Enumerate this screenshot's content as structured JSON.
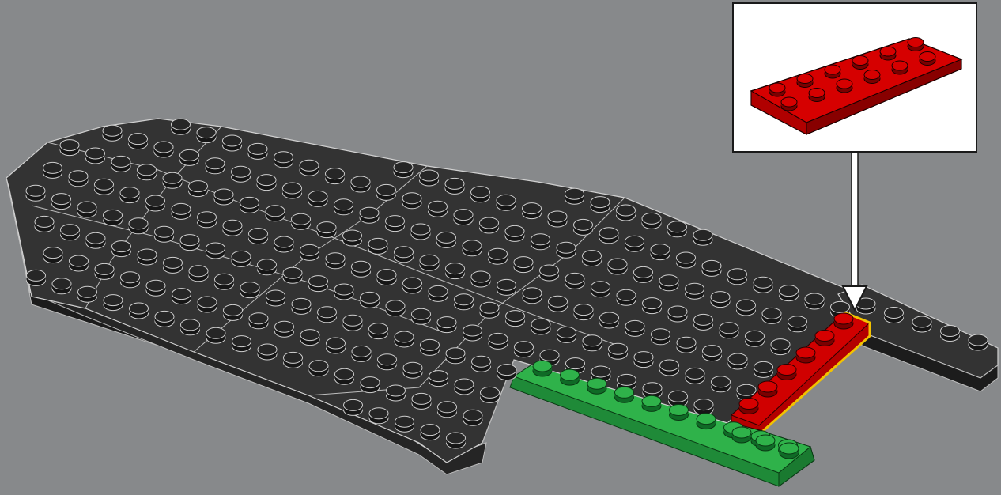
{
  "scene": {
    "type": "building-instruction-step",
    "background_color": "#87898b",
    "base_color": "#2e2e2e",
    "stud_color": "#1f1f1f",
    "new_part": {
      "name": "red-plate-2x6",
      "color": "#cc0000",
      "studs_rows": 2,
      "studs_cols": 6
    },
    "placed_highlight_color": "#f2c200",
    "previous_part_color": "#2fb24a"
  },
  "callout": {
    "border_color": "#1a1a1a",
    "quantity_text": ""
  }
}
